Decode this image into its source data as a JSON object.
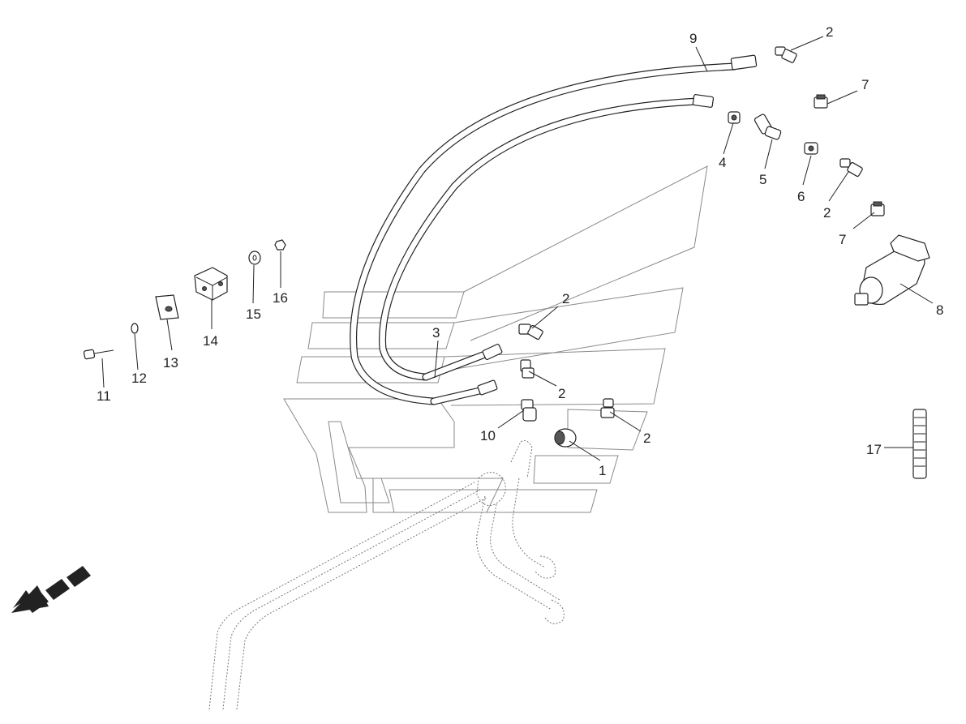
{
  "callouts": {
    "c1": "1",
    "c2a": "2",
    "c2b": "2",
    "c2c": "2",
    "c2d": "2",
    "c2e": "2",
    "c3": "3",
    "c4": "4",
    "c5": "5",
    "c6": "6",
    "c7a": "7",
    "c7b": "7",
    "c8": "8",
    "c9": "9",
    "c10": "10",
    "c11": "11",
    "c12": "12",
    "c13": "13",
    "c14": "14",
    "c15": "15",
    "c16": "16",
    "c17": "17"
  },
  "icons": {
    "direction_arrow": "dashed-arrow-icon"
  }
}
